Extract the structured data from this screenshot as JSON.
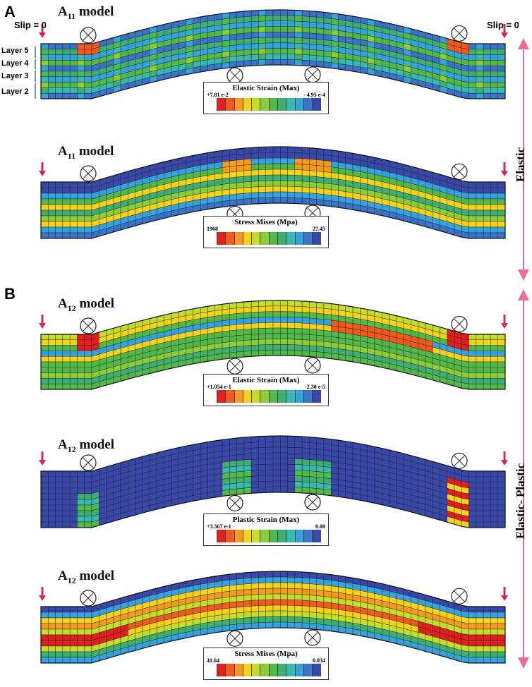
{
  "panels": [
    {
      "label": "A",
      "slip_left": "Slip = 0",
      "slip_right": "Slip = 0",
      "layers": [
        "Layer 5",
        "Layer 4",
        "Layer 3",
        "Layer 2"
      ],
      "side_label": "Elastic",
      "plots": [
        {
          "model": "A",
          "model_sub": "11",
          "model_suffix": " model",
          "legend_title": "Elastic Strain (Max)",
          "legend_max": "+7.81 e-2",
          "legend_min": "- 4.95 e-4",
          "field": "strainA"
        },
        {
          "model": "A",
          "model_sub": "11",
          "model_suffix": " model",
          "legend_title": "Stress Mises (Mpa)",
          "legend_max": "1968",
          "legend_min": "27.45",
          "field": "stressA"
        }
      ]
    },
    {
      "label": "B",
      "side_label": "Elastic- Plastic",
      "plots": [
        {
          "model": "A",
          "model_sub": "12",
          "model_suffix": " model",
          "legend_title": "Elastic Strain (Max)",
          "legend_max": "+1.054 e-1",
          "legend_min": "-2.30 e-5",
          "field": "strainB"
        },
        {
          "model": "A",
          "model_sub": "12",
          "model_suffix": " model",
          "legend_title": "Plastic Strain (Max)",
          "legend_max": "+3.567 e-1",
          "legend_min": "0.00",
          "field": "plasticB"
        },
        {
          "model": "A",
          "model_sub": "12",
          "model_suffix": " model",
          "legend_title": "Stress Mises (Mpa)",
          "legend_max": "41.64",
          "legend_min": "0.034",
          "field": "stressB"
        }
      ]
    }
  ],
  "colormap": [
    "#e0201e",
    "#f05a1c",
    "#f59a1a",
    "#f4d21a",
    "#c6dc2a",
    "#8ccc38",
    "#52b948",
    "#3fae72",
    "#38b8b0",
    "#35a2dc",
    "#3a74c8",
    "#3748a8"
  ],
  "colors": {
    "arrow": "#d6275a",
    "mesh_line": "#1a1a1a",
    "side_arrow": "#ec6b9c"
  }
}
